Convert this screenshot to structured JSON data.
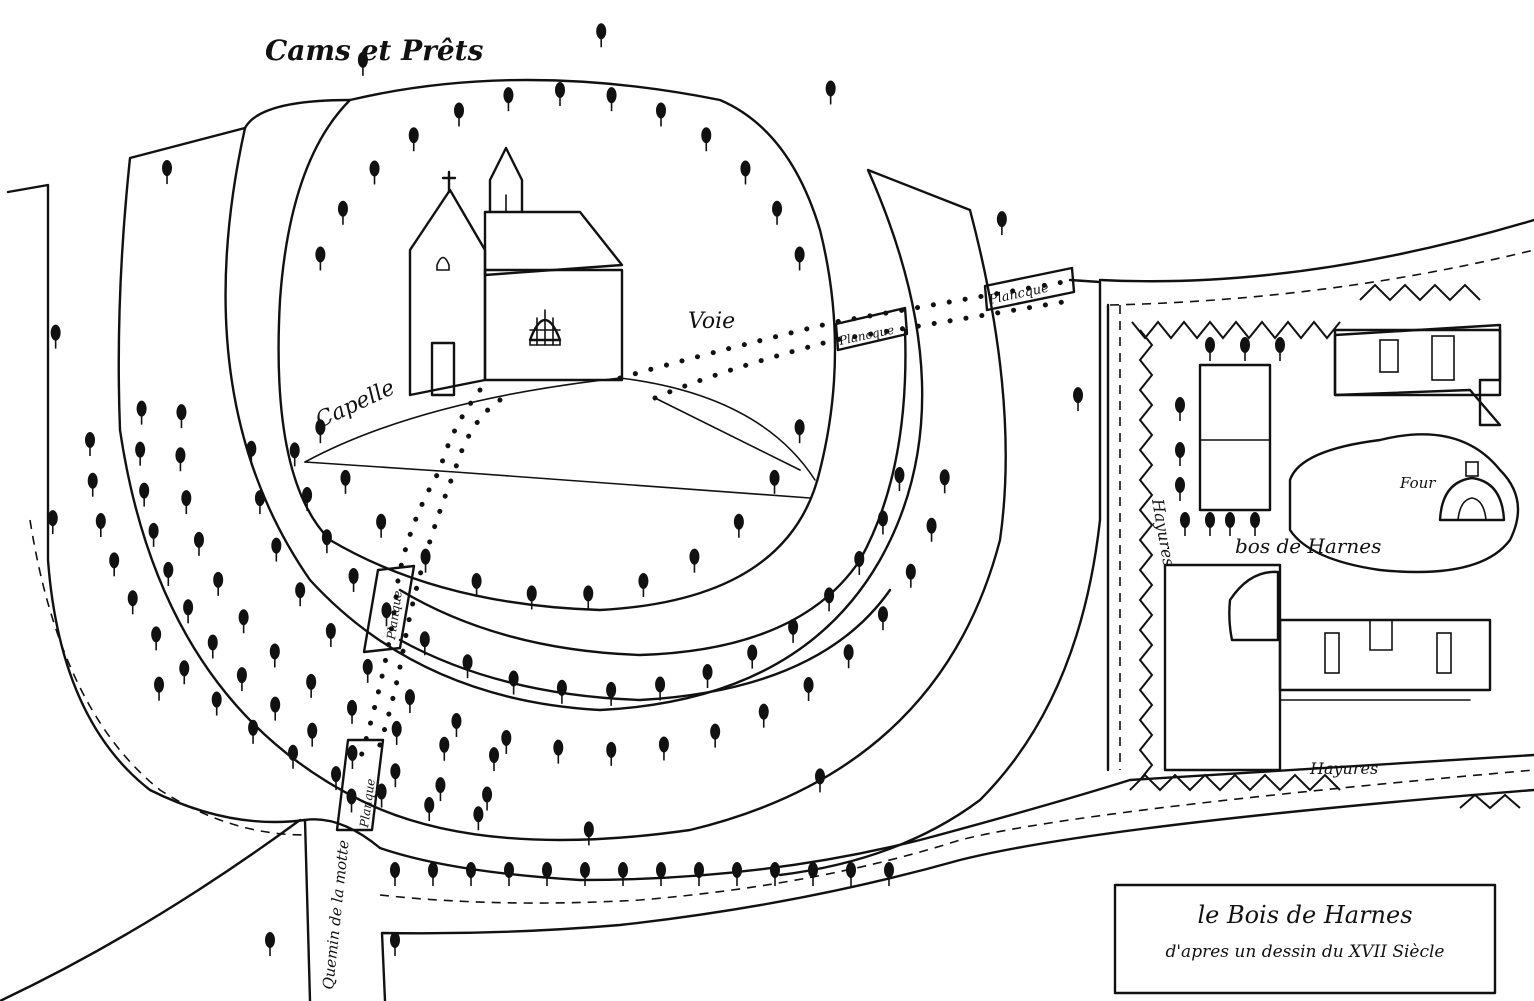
{
  "map": {
    "labels": {
      "top_title": "Cams et Prêts",
      "chapel": "Capelle",
      "path": "Voie",
      "plank_1": "Planque",
      "plank_2": "Planque",
      "plank_3": "Plancque",
      "plank_4": "Plancque",
      "road": "Quemin de la motte",
      "hedge_vertical": "Hayures",
      "hedge_bottom": "Hayures",
      "wood": "bos de Harnes",
      "oven": "Four"
    },
    "cartouche": {
      "title": "le Bois de Harnes",
      "subtitle": "d'apres un dessin du XVII Siècle"
    },
    "icons": [
      "tree-icon",
      "chapel-cross-icon",
      "steeple-icon",
      "oven-icon"
    ]
  }
}
